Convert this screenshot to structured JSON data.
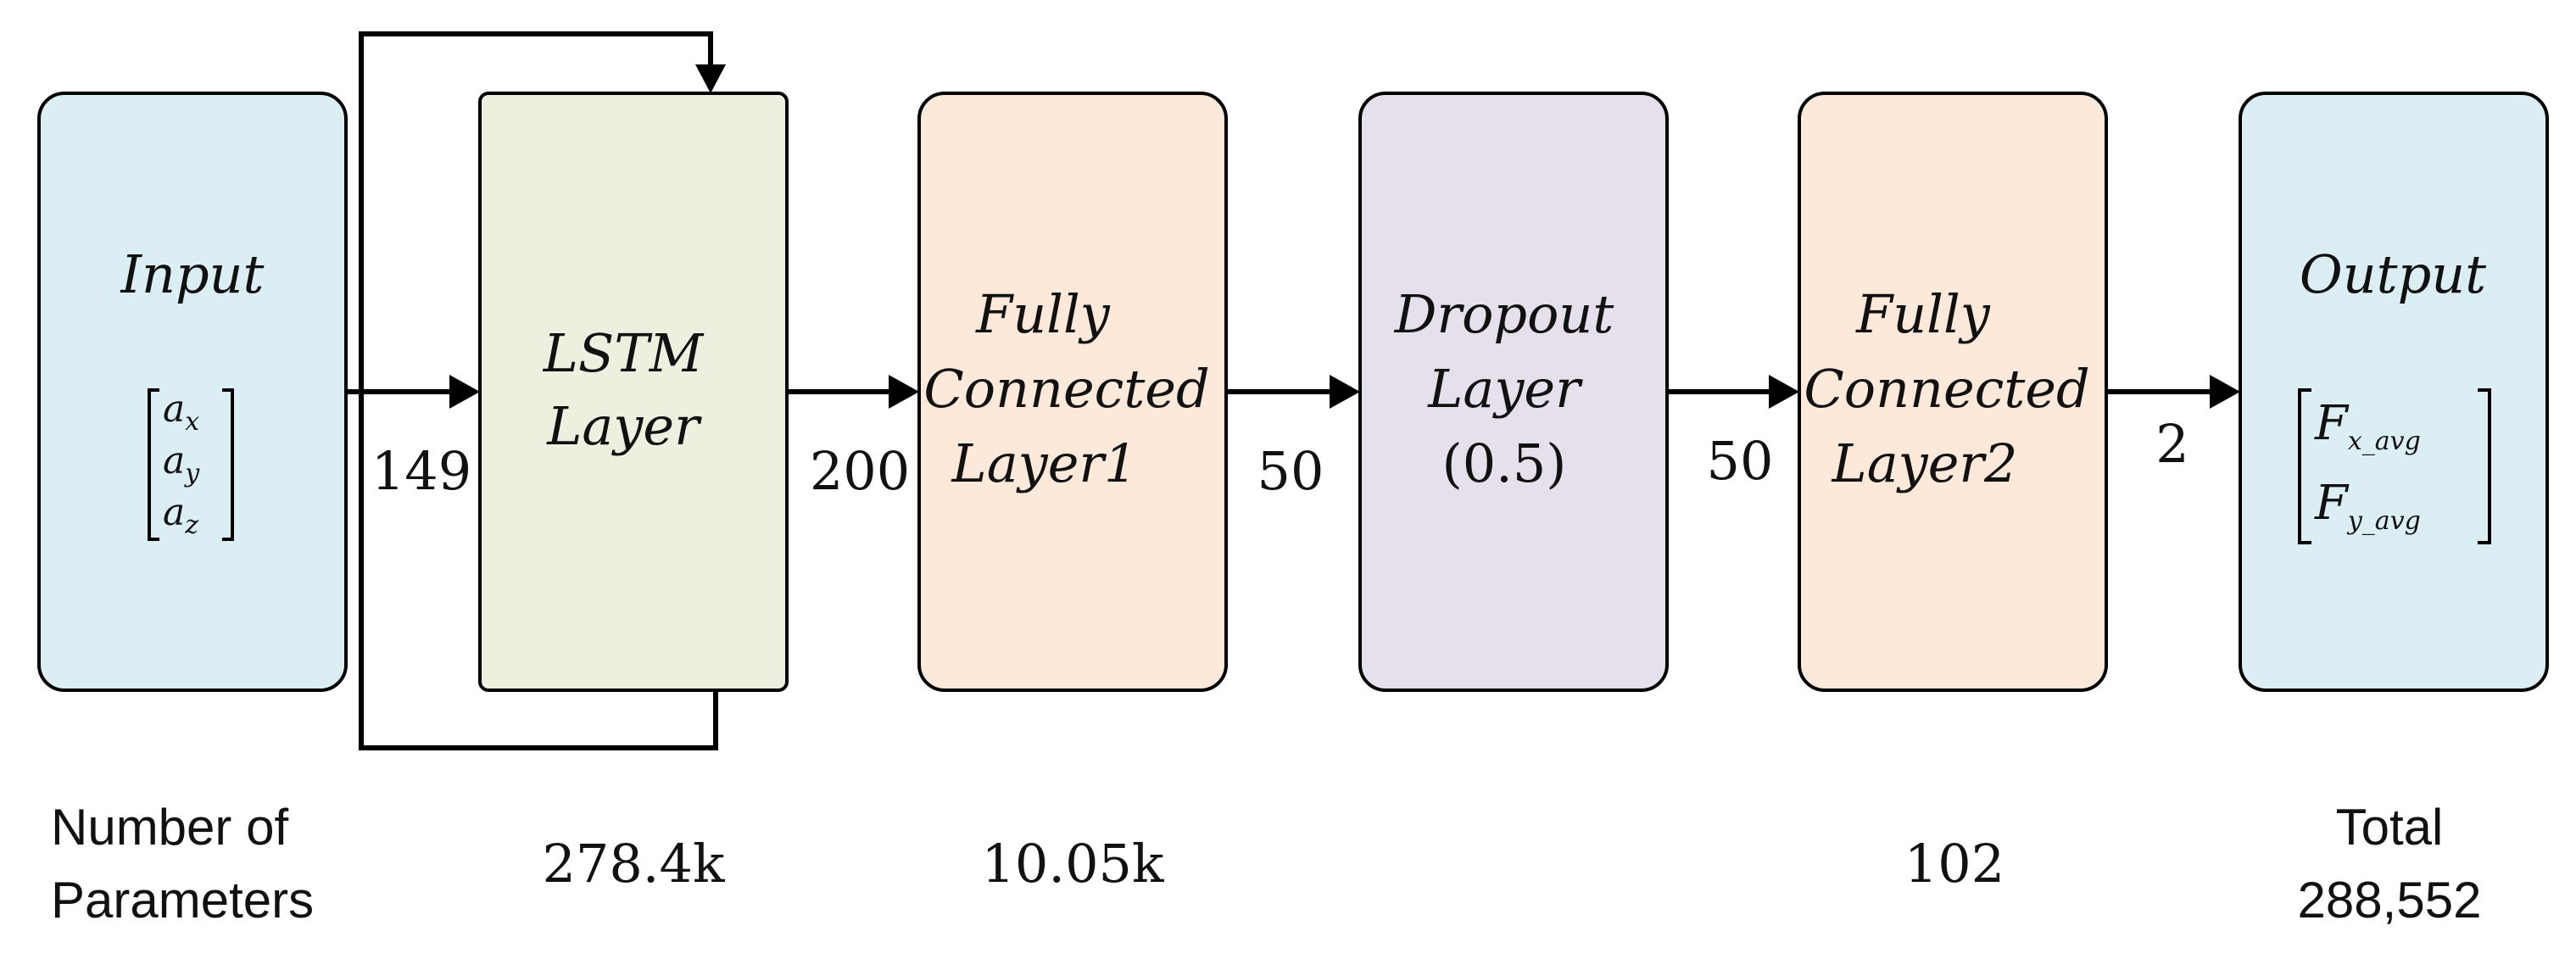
{
  "colors": {
    "input_fill": "#DBEEF4",
    "lstm_fill": "#EBF1DE",
    "fc_fill": "#FDE9D9",
    "dropout_fill": "#E5E0EC",
    "output_fill": "#DBEEF4"
  },
  "nodes": {
    "input": {
      "title": "Input",
      "vector": [
        "a",
        "a",
        "a"
      ],
      "vector_subs": [
        "x",
        "y",
        "z"
      ]
    },
    "lstm": {
      "line1": "LSTM",
      "line2": "Layer"
    },
    "fc1": {
      "line1": "Fully",
      "line2": "Connected",
      "line3": "Layer1"
    },
    "dropout": {
      "line1": "Dropout",
      "line2": "Layer",
      "line3": "(0.5)"
    },
    "fc2": {
      "line1": "Fully",
      "line2": "Connected",
      "line3": "Layer2"
    },
    "output": {
      "title": "Output",
      "vector": [
        "F",
        "F"
      ],
      "vector_subs": [
        "x_avg",
        "y_avg"
      ]
    }
  },
  "edges": {
    "input_to_lstm": "149",
    "lstm_to_fc1": "200",
    "fc1_to_dropout": "50",
    "dropout_to_fc2": "50",
    "fc2_to_output": "2"
  },
  "parameters": {
    "label_line1": "Number of",
    "label_line2": "Parameters",
    "lstm": "278.4k",
    "fc1": "10.05k",
    "fc2": "102",
    "total_line1": "Total",
    "total_line2": "288,552"
  }
}
